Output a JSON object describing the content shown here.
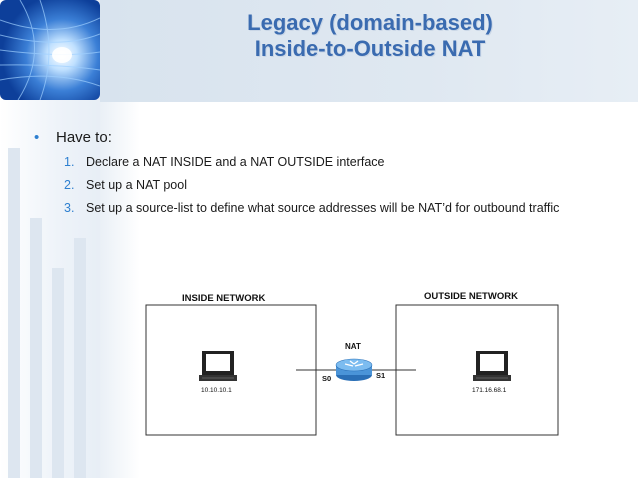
{
  "slide": {
    "title_line1": "Legacy (domain-based)",
    "title_line2": "Inside-to-Outside NAT",
    "accent_color": "#3a6bb0",
    "bullet_color": "#2e7fd0",
    "logo_icon": "blue-tunnel-graphic"
  },
  "content": {
    "bullet": "Have to:",
    "bullet_symbol": "•",
    "steps": [
      {
        "num": "1.",
        "text": "Declare a NAT INSIDE and a NAT OUTSIDE interface"
      },
      {
        "num": "2.",
        "text": "Set up a NAT pool"
      },
      {
        "num": "3.",
        "text": "Set up a source-list to define what source addresses will be NAT’d for outbound traffic"
      }
    ]
  },
  "diagram": {
    "inside_label": "INSIDE NETWORK",
    "outside_label": "OUTSIDE NETWORK",
    "nat_label": "NAT",
    "s0_label": "S0",
    "s1_label": "S1",
    "inside_host_ip": "10.10.10.1",
    "outside_host_ip": "171.16.68.1",
    "router_icon": "router-icon",
    "host_icon": "computer-icon"
  }
}
